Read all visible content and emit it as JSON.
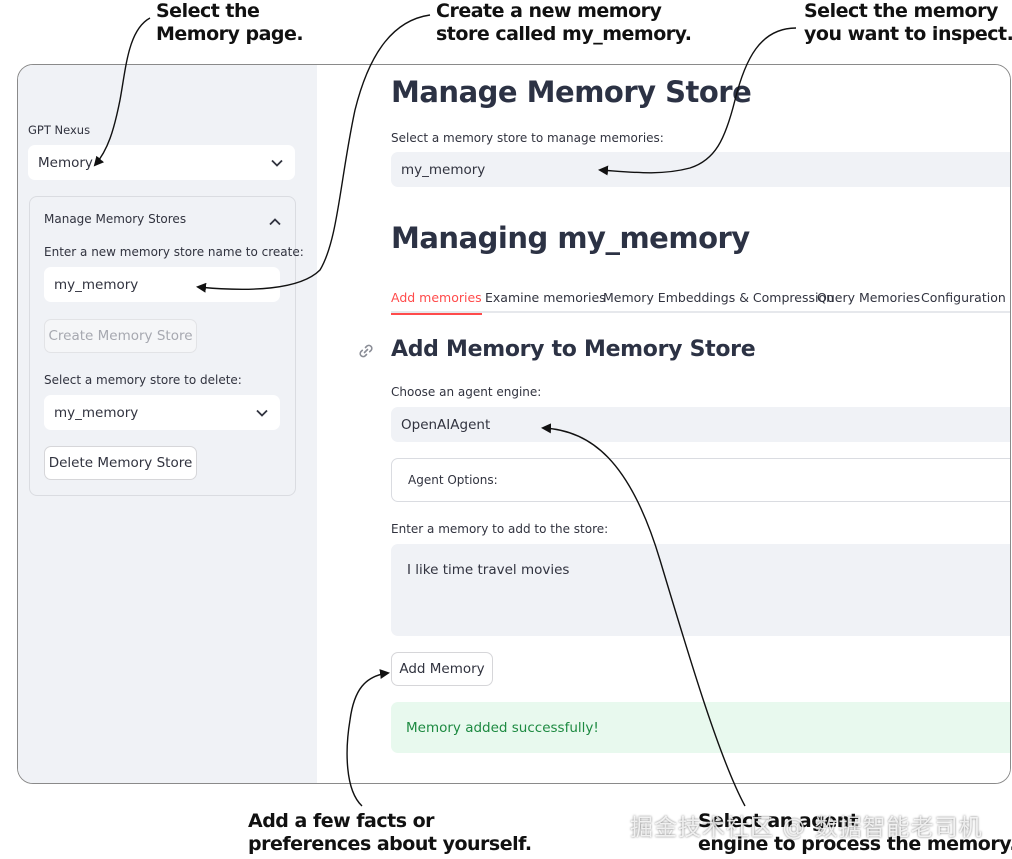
{
  "callouts": {
    "memory_page": [
      "Select the",
      "Memory page."
    ],
    "create_store": [
      "Create a new memory",
      "store called my_memory."
    ],
    "select_store": [
      "Select the memory",
      "you want to inspect."
    ],
    "add_facts": [
      "Add a few facts or",
      "preferences about yourself."
    ],
    "engine": [
      "Select an agent",
      "engine to process the memory."
    ]
  },
  "sidebar": {
    "app_label": "GPT Nexus",
    "page_select": "Memory",
    "expander_title": "Manage Memory Stores",
    "create_label": "Enter a new memory store name to create:",
    "create_value": "my_memory",
    "create_button": "Create Memory Store",
    "delete_label": "Select a memory store to delete:",
    "delete_select": "my_memory",
    "delete_button": "Delete Memory Store"
  },
  "main": {
    "title": "Manage Memory Store",
    "select_label": "Select a memory store to manage memories:",
    "select_value": "my_memory",
    "subtitle": "Managing my_memory",
    "tabs": [
      "Add memories",
      "Examine memories",
      "Memory Embeddings & Compression",
      "Query Memories",
      "Configuration"
    ],
    "section_title": "Add Memory to Memory Store",
    "engine_label": "Choose an agent engine:",
    "engine_value": "OpenAIAgent",
    "options_label": "Agent Options:",
    "memory_label": "Enter a memory to add to the store:",
    "memory_value": "I like time travel movies",
    "add_button": "Add Memory",
    "success_message": "Memory added successfully!"
  },
  "watermark": "掘金技术社区 @ 数据智能老司机",
  "colors": {
    "accent": "#ff4b4b",
    "sidebar_bg": "#f0f2f6",
    "success_bg": "#e8f9ee",
    "success_text": "#1d8a41",
    "heading": "#2c3244"
  }
}
